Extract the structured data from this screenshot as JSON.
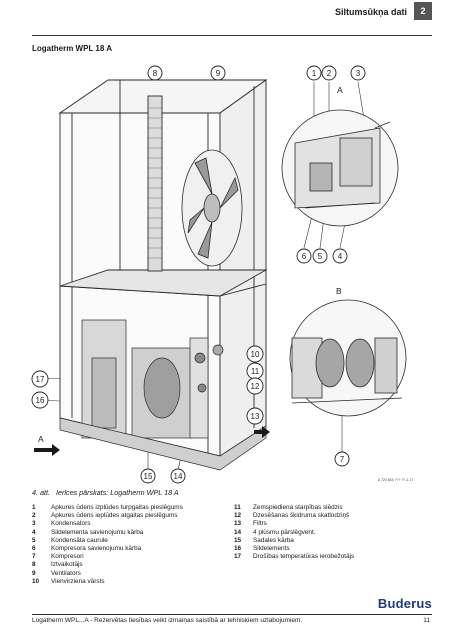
{
  "header": {
    "section_title": "Siltumsūkņa dati",
    "chapter_number": "2"
  },
  "model_title": "Logatherm WPL 18 A",
  "figure": {
    "callouts_top": [
      "8",
      "9",
      "1",
      "2",
      "3"
    ],
    "detail_a_label": "A",
    "detail_b_label": "B",
    "callouts_detail_a_bottom": [
      "6",
      "5",
      "4"
    ],
    "callouts_right": [
      "10",
      "11",
      "12",
      "13"
    ],
    "callouts_left": [
      "17",
      "16"
    ],
    "callouts_bottom": [
      "15",
      "14"
    ],
    "callout_7": "7",
    "arrow_a_label": "A",
    "arrow_b_label": "B",
    "doc_id": "6 720 644 ??? ??-1.1T"
  },
  "caption": {
    "label": "4. att.",
    "text": "Ierīces pārskats: Logatherm WPL 18 A"
  },
  "legend_left": [
    {
      "n": "1",
      "text": "Apkures ūdens izplūdes turpgaitas pieslēgums"
    },
    {
      "n": "2",
      "text": "Apkures ūdens ieplūdes atgaitas pieslēgums"
    },
    {
      "n": "3",
      "text": "Kondensators"
    },
    {
      "n": "4",
      "text": "Sildelementa savienojumu kārba"
    },
    {
      "n": "5",
      "text": "Kondensāta caurule"
    },
    {
      "n": "6",
      "text": "Kompresora savienojumu kārba"
    },
    {
      "n": "7",
      "text": "Kompresori"
    },
    {
      "n": "8",
      "text": "Iztvaikotājs"
    },
    {
      "n": "9",
      "text": "Ventilators"
    },
    {
      "n": "10",
      "text": "Vienvirziena vārsts"
    }
  ],
  "legend_right": [
    {
      "n": "11",
      "text": "Zemspiediena starpības slēdzis"
    },
    {
      "n": "12",
      "text": "Dzesēšanas šķidruma skatlodziņš"
    },
    {
      "n": "13",
      "text": "Filtrs"
    },
    {
      "n": "14",
      "text": "4 plūsmu pārslēgvent."
    },
    {
      "n": "15",
      "text": "Sadales kārba"
    },
    {
      "n": "16",
      "text": "Sildelements"
    },
    {
      "n": "17",
      "text": "Drošības temperatūras ierobežotājs"
    }
  ],
  "footer": {
    "text": "Logatherm WPL...A - Rezervētas tiesības veikt izmaiņas saistībā ar tehniskiem uzlabojumiem.",
    "page_number": "11",
    "brand": "Buderus"
  }
}
